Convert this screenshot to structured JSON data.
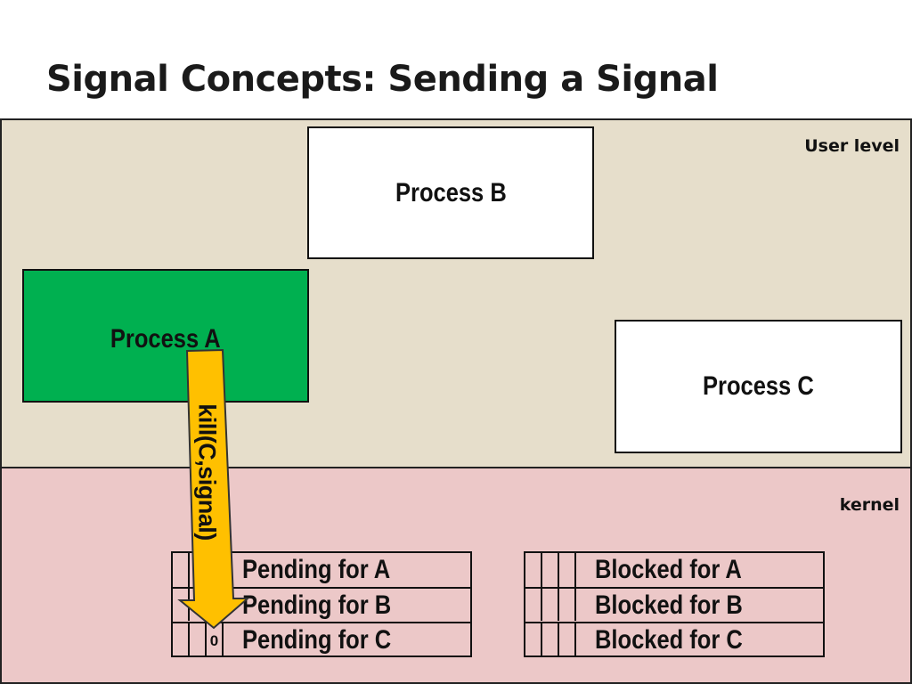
{
  "title": "Signal Concepts: Sending a Signal",
  "colors": {
    "user_level_bg": "#e6decb",
    "kernel_bg": "#ecc8c8",
    "process_a_fill": "#00b050",
    "process_box_fill": "#ffffff",
    "arrow_fill": "#ffc000",
    "border": "#111111"
  },
  "regions": {
    "user_level": "User level",
    "kernel": "kernel"
  },
  "processes": {
    "a": "Process A",
    "b": "Process B",
    "c": "Process C"
  },
  "arrow": {
    "label": "kill(C,signal)"
  },
  "pending_table": {
    "rows": [
      {
        "label": "Pending for A",
        "bit": ""
      },
      {
        "label": "Pending for B",
        "bit": ""
      },
      {
        "label": "Pending for C",
        "bit": "0"
      }
    ]
  },
  "blocked_table": {
    "rows": [
      {
        "label": "Blocked for A"
      },
      {
        "label": "Blocked for B"
      },
      {
        "label": "Blocked for C"
      }
    ]
  }
}
